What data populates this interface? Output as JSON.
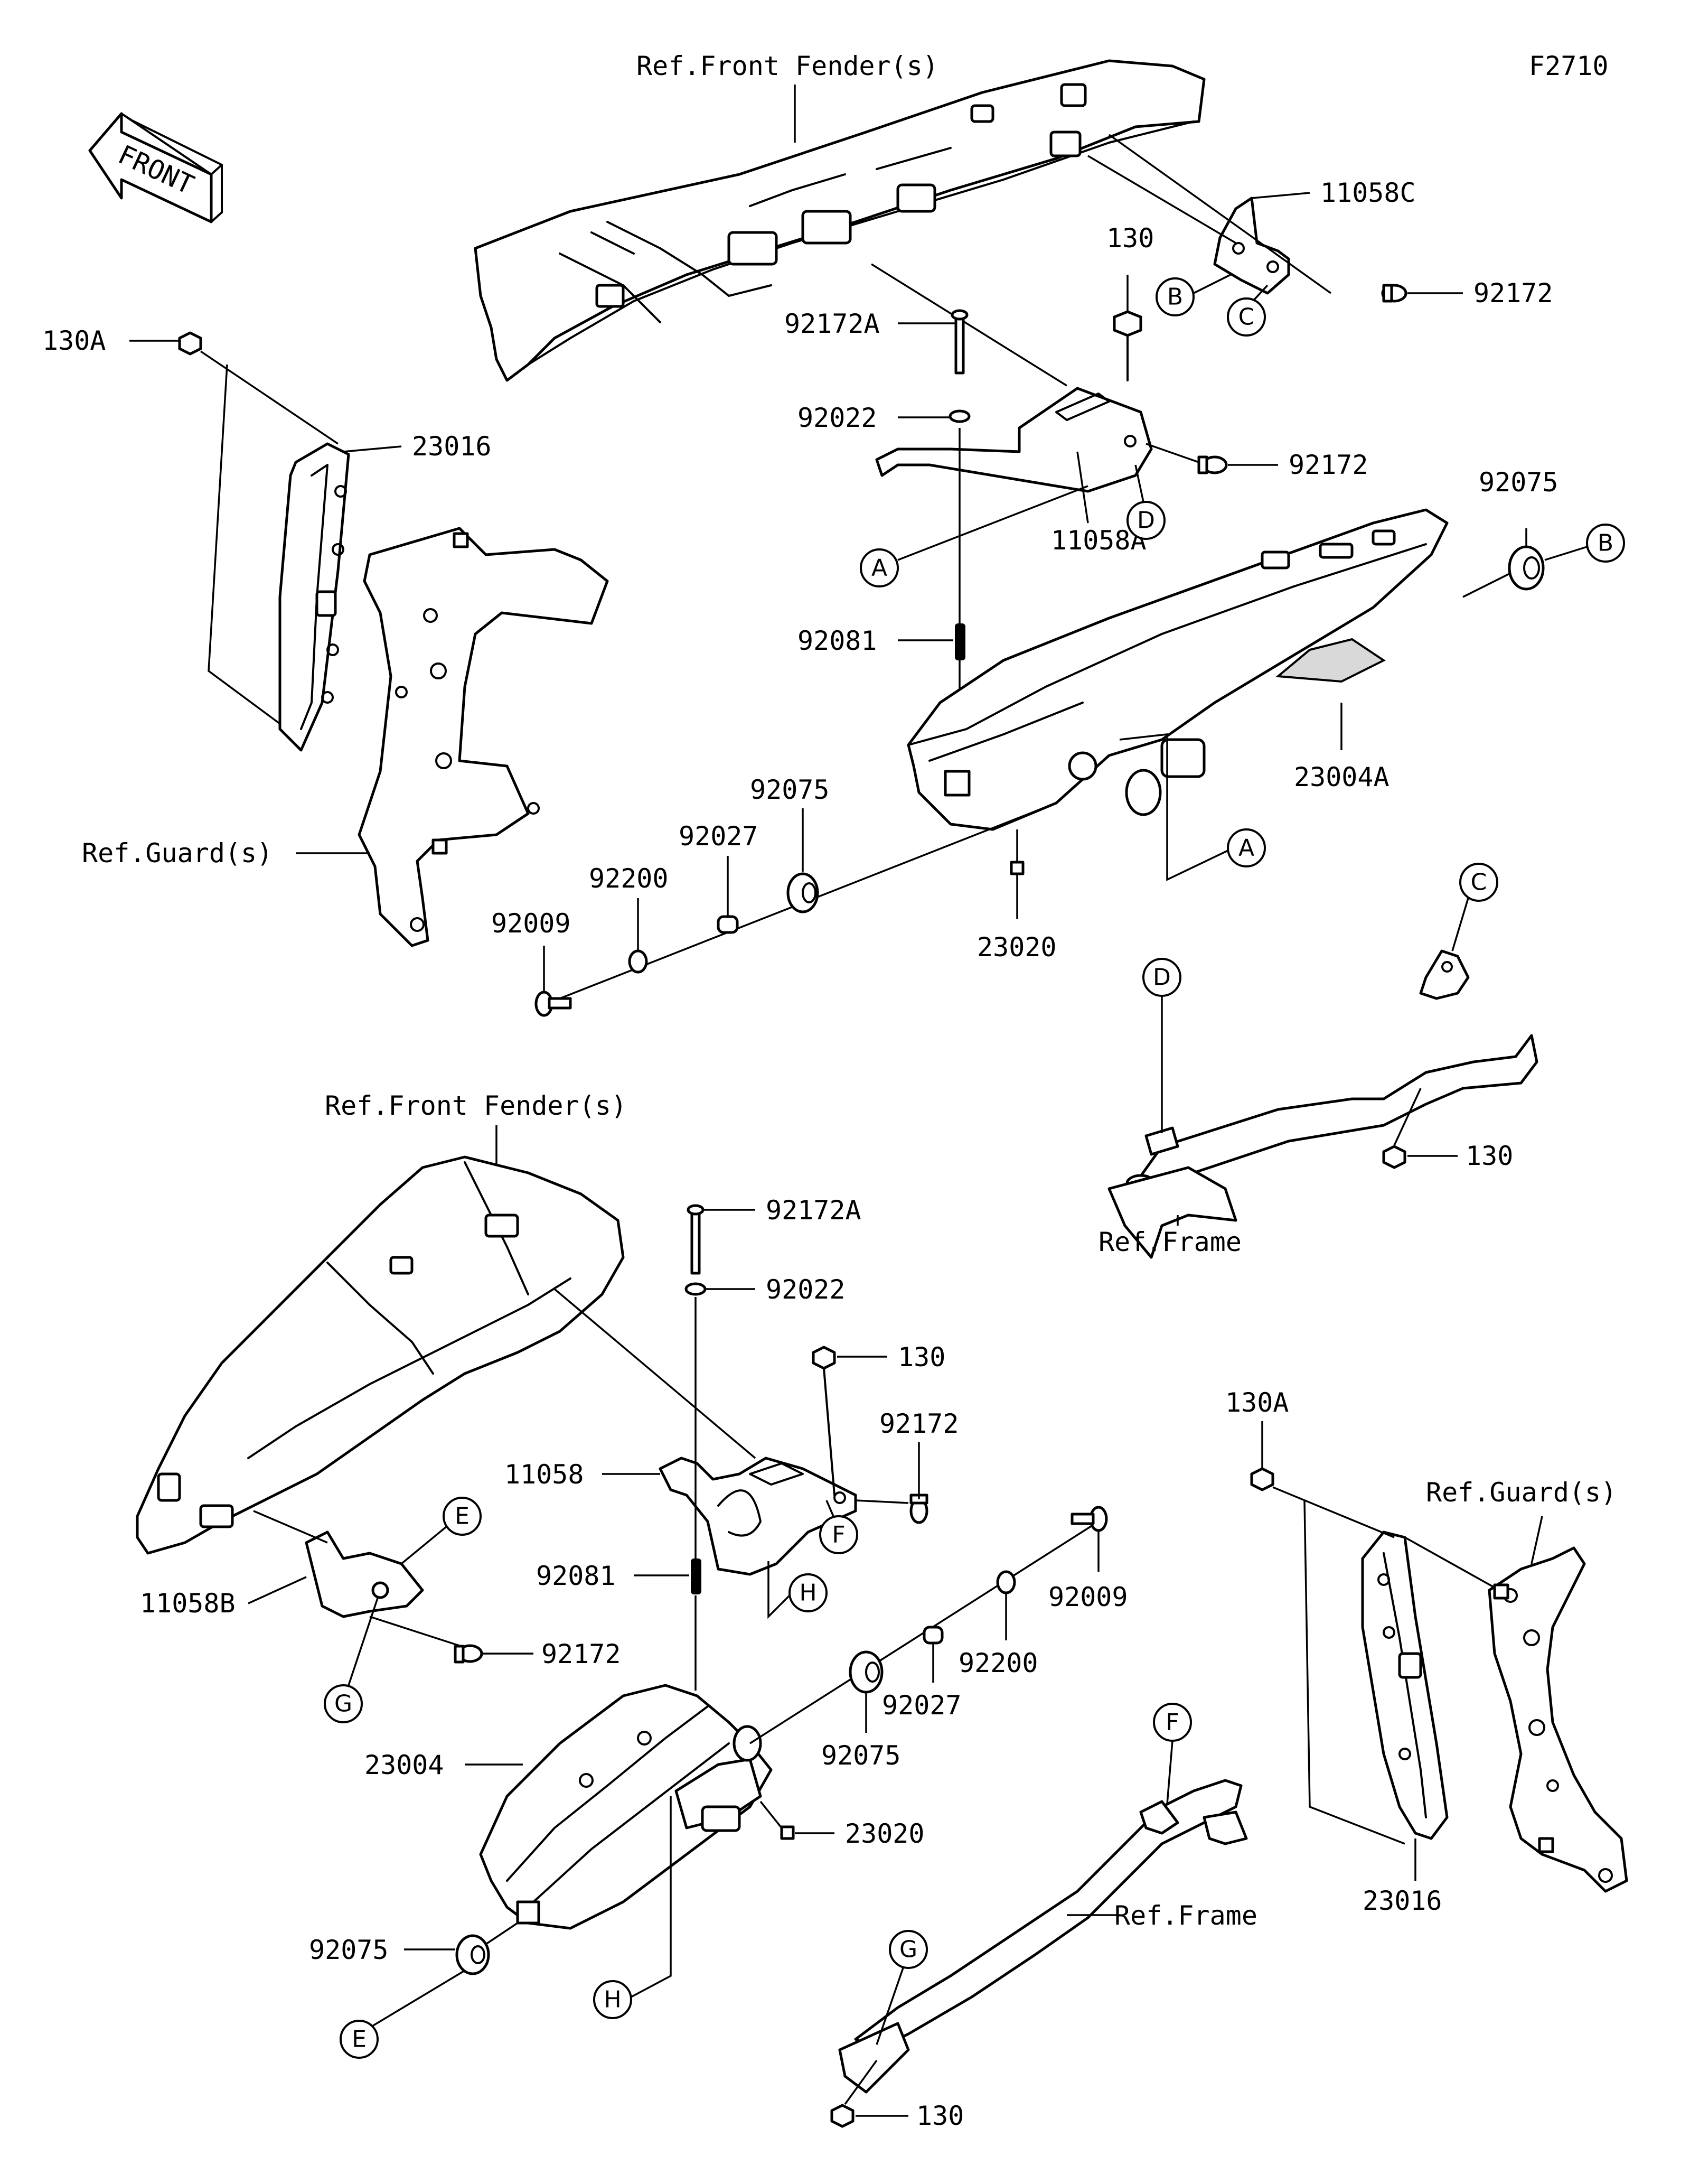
{
  "diagram": {
    "code": "F2710",
    "front_arrow_text": "FRONT"
  },
  "labels": {
    "ref_front_fender_top": "Ref.Front Fender(s)",
    "ref_front_fender_bottom": "Ref.Front Fender(s)",
    "ref_guard_left": "Ref.Guard(s)",
    "ref_guard_right": "Ref.Guard(s)",
    "ref_frame_top": "Ref.Frame",
    "ref_frame_bottom": "Ref.Frame",
    "p11058C": "11058C",
    "p92172_a": "92172",
    "p130_a": "130",
    "p130A_a": "130A",
    "p23016_a": "23016",
    "p92172A_a": "92172A",
    "p92022_a": "92022",
    "p92172_b": "92172",
    "p92075_a": "92075",
    "p11058A": "11058A",
    "p92081_a": "92081",
    "p23004A": "23004A",
    "p92075_b": "92075",
    "p92027_a": "92027",
    "p92200_a": "92200",
    "p92009_a": "92009",
    "p23020_a": "23020",
    "p130_b": "130",
    "p92172A_b": "92172A",
    "p92022_b": "92022",
    "p130_c": "130",
    "p11058": "11058",
    "p92172_c": "92172",
    "p130A_b": "130A",
    "p92081_b": "92081",
    "p92009_b": "92009",
    "p11058B": "11058B",
    "p92172_d": "92172",
    "p92200_b": "92200",
    "p92027_b": "92027",
    "p92075_c": "92075",
    "p23004": "23004",
    "p23020_b": "23020",
    "p92075_d": "92075",
    "p23016_b": "23016",
    "p130_d": "130"
  },
  "callouts": {
    "a1": "A",
    "a2": "A",
    "b1": "B",
    "b2": "B",
    "c1": "C",
    "c2": "C",
    "d1": "D",
    "d2": "D",
    "e1": "E",
    "e2": "E",
    "f1": "F",
    "f2": "F",
    "g1": "G",
    "g2": "G",
    "h1": "H",
    "h2": "H"
  }
}
